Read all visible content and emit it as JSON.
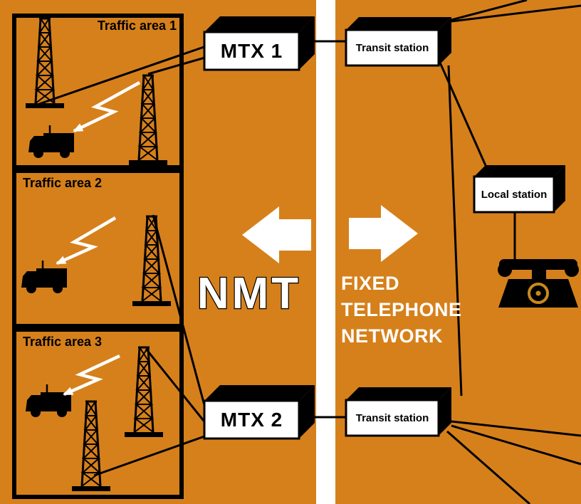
{
  "colors": {
    "background": "#d6801b",
    "ink": "#000000",
    "paper": "#ffffff",
    "dial": "#c8891c"
  },
  "nmt_label": "NMT",
  "fixed_network_lines": [
    "FIXED",
    "TELEPHONE",
    "NETWORK"
  ],
  "traffic_areas": [
    {
      "label": "Traffic area 1"
    },
    {
      "label": "Traffic area 2"
    },
    {
      "label": "Traffic area 3"
    }
  ],
  "nodes": {
    "mtx1": {
      "label": "MTX 1"
    },
    "mtx2": {
      "label": "MTX 2"
    },
    "transit_top": {
      "label": "Transit station"
    },
    "transit_bottom": {
      "label": "Transit station"
    },
    "local": {
      "label": "Local station"
    }
  },
  "icons": {
    "antenna_tower": "lattice-mast-icon",
    "mobile_unit": "truck-icon",
    "radio_link": "zigzag-arrow-icon",
    "telephone": "rotary-phone-icon",
    "direction_left": "block-arrow-left-icon",
    "direction_right": "block-arrow-right-icon"
  }
}
